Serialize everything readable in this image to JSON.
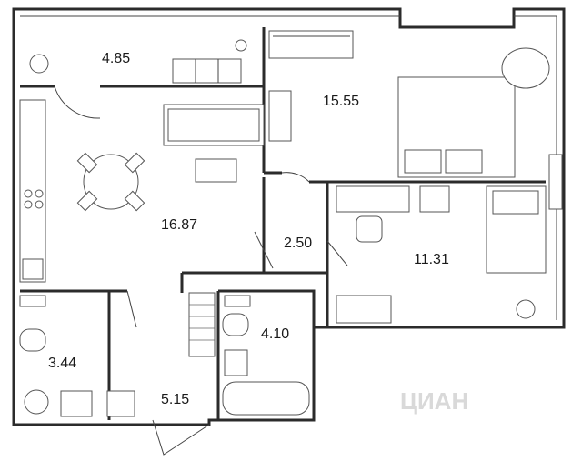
{
  "rooms": [
    {
      "id": "balcony",
      "area": "4.85"
    },
    {
      "id": "bedroom",
      "area": "15.55"
    },
    {
      "id": "living-kitchen",
      "area": "16.87"
    },
    {
      "id": "corridor",
      "area": "2.50"
    },
    {
      "id": "bedroom-2",
      "area": "11.31"
    },
    {
      "id": "bathroom",
      "area": "4.10"
    },
    {
      "id": "wc",
      "area": "3.44"
    },
    {
      "id": "hallway",
      "area": "5.15"
    }
  ],
  "watermark": "ЦИАН",
  "colors": {
    "wall": "#2b2b2b",
    "furniture_stroke": "#555555",
    "background": "#ffffff"
  }
}
